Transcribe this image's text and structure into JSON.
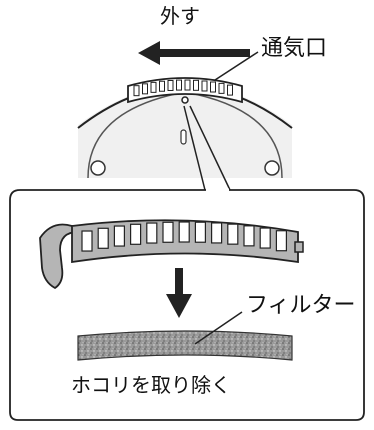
{
  "labels": {
    "remove": "外す",
    "vent": "通気口",
    "filter": "フィルター",
    "remove_dust": "ホコリを取り除く"
  },
  "colors": {
    "line": "#222222",
    "device_fill": "#f0f0f0",
    "filter_media": "#8a8a8a"
  },
  "icons": {
    "remove_arrow": "arrow-left",
    "down_arrow": "arrow-down"
  }
}
